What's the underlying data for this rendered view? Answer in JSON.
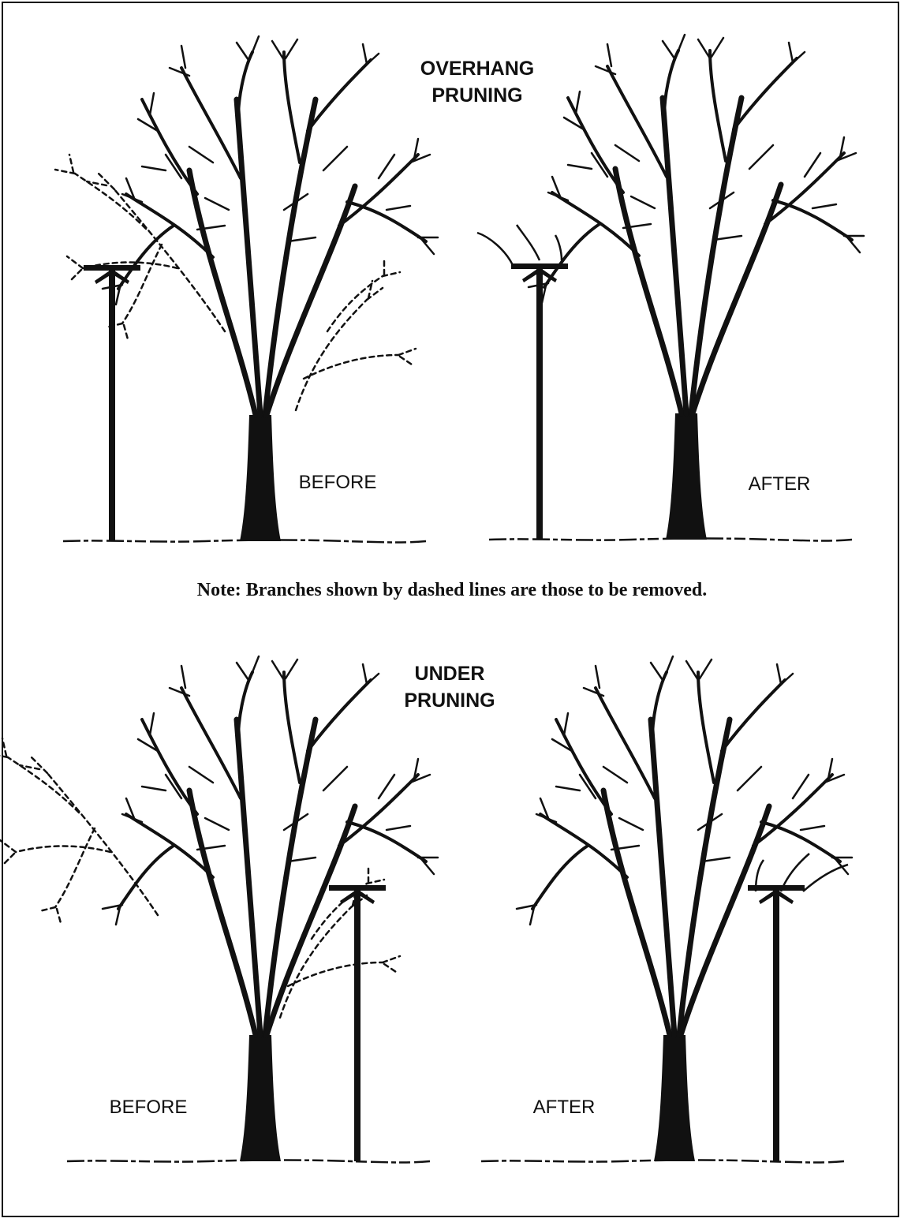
{
  "panels": {
    "overhang": {
      "title_line1": "OVERHANG",
      "title_line2": "PRUNING",
      "before_label": "BEFORE",
      "after_label": "AFTER"
    },
    "under": {
      "title_line1": "UNDER",
      "title_line2": "PRUNING",
      "before_label": "BEFORE",
      "after_label": "AFTER"
    }
  },
  "note": "Note:  Branches shown by dashed lines are those to be removed.",
  "colors": {
    "ink": "#111111",
    "paper": "#ffffff"
  }
}
